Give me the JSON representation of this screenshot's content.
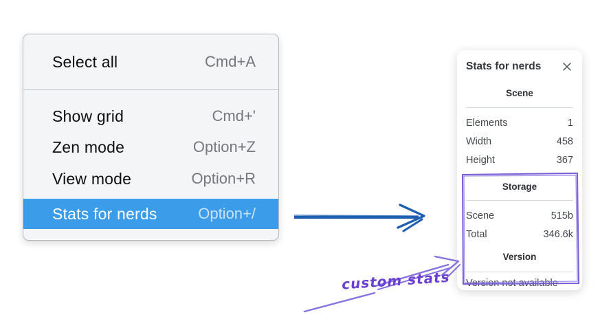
{
  "menu": {
    "items": [
      {
        "label": "Select all",
        "shortcut": "Cmd+A",
        "highlighted": false
      },
      {
        "label": "Show grid",
        "shortcut": "Cmd+'",
        "highlighted": false
      },
      {
        "label": "Zen mode",
        "shortcut": "Option+Z",
        "highlighted": false
      },
      {
        "label": "View mode",
        "shortcut": "Option+R",
        "highlighted": false
      },
      {
        "label": "Stats for nerds",
        "shortcut": "Option+/",
        "highlighted": true
      }
    ]
  },
  "stats_panel": {
    "title": "Stats for nerds",
    "sections": [
      {
        "heading": "Scene",
        "rows": [
          {
            "label": "Elements",
            "value": "1"
          },
          {
            "label": "Width",
            "value": "458"
          },
          {
            "label": "Height",
            "value": "367"
          }
        ]
      },
      {
        "heading": "Storage",
        "rows": [
          {
            "label": "Scene",
            "value": "515b"
          },
          {
            "label": "Total",
            "value": "346.6k"
          }
        ]
      },
      {
        "heading": "Version",
        "note": "Version not available"
      }
    ]
  },
  "annotation": {
    "label": "custom stats"
  },
  "colors": {
    "menu_highlight": "#3b9ce9",
    "pointer_arrow_blue": "#1d5fae",
    "annotation_purple": "#7a5cd6",
    "annotation_text_purple": "#6b3fd1"
  }
}
